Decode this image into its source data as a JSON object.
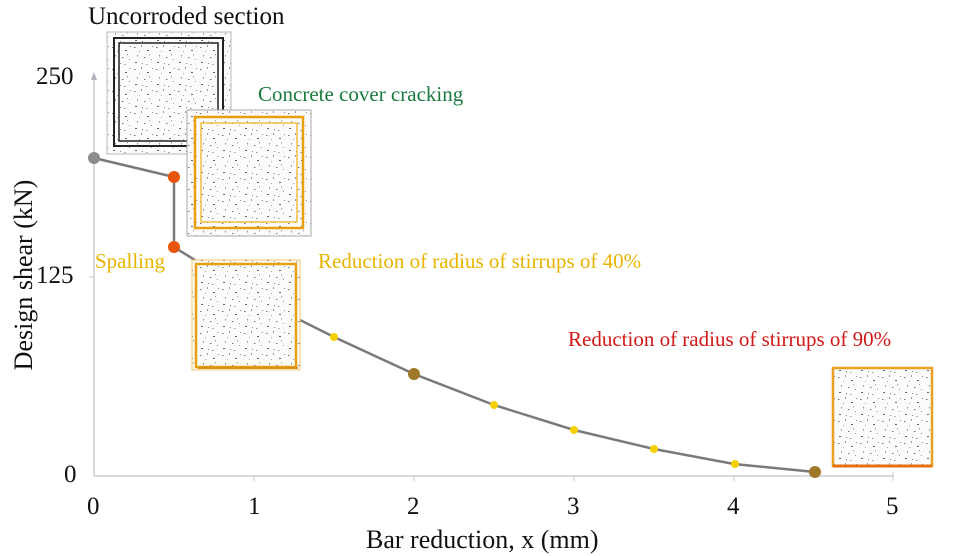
{
  "chart_data": {
    "type": "line",
    "title": "",
    "xlabel": "Bar reduction, x (mm)",
    "ylabel": "Design shear (kN)",
    "xlim": [
      0,
      5
    ],
    "ylim": [
      0,
      250
    ],
    "x_ticks": [
      "0",
      "1",
      "2",
      "3",
      "4",
      "5"
    ],
    "y_ticks": [
      "0",
      "125",
      "250"
    ],
    "grid": false,
    "legend": null,
    "series": [
      {
        "name": "Design shear",
        "color": "#7a7a7a",
        "points": [
          {
            "x": 0.0,
            "y": 199.6,
            "marker_color": "#8c8c8c",
            "marker_size": "large"
          },
          {
            "x": 0.5,
            "y": 187.7,
            "marker_color": "#e8550a",
            "marker_size": "large"
          },
          {
            "x": 0.5,
            "y": 143.6,
            "marker_color": "#e8550a",
            "marker_size": "large"
          },
          {
            "x": 1.5,
            "y": 86.0,
            "marker_color": "#f5d000",
            "marker_size": "small"
          },
          {
            "x": 2.0,
            "y": 63.6,
            "marker_color": "#a0782a",
            "marker_size": "large"
          },
          {
            "x": 2.5,
            "y": 44.0,
            "marker_color": "#f5d000",
            "marker_size": "small"
          },
          {
            "x": 3.0,
            "y": 28.3,
            "marker_color": "#f5d000",
            "marker_size": "small"
          },
          {
            "x": 3.5,
            "y": 16.4,
            "marker_color": "#f5d000",
            "marker_size": "small"
          },
          {
            "x": 4.0,
            "y": 7.0,
            "marker_color": "#f5d000",
            "marker_size": "small"
          },
          {
            "x": 4.5,
            "y": 2.0,
            "marker_color": "#a0782a",
            "marker_size": "large"
          }
        ]
      }
    ],
    "annotations": [
      {
        "text": "Uncorroded section",
        "color": "#111111"
      },
      {
        "text": "Concrete cover cracking",
        "color": "#1a7a3e"
      },
      {
        "text": "Spalling",
        "color": "#e8b400"
      },
      {
        "text": "Reduction of radius of stirrups of 40%",
        "color": "#e8b400"
      },
      {
        "text": "Reduction of radius of stirrups of 90%",
        "color": "#d01818"
      }
    ],
    "section_images": [
      {
        "name": "uncorroded-section",
        "rebar_color": "#222222"
      },
      {
        "name": "cracked-section",
        "rebar_color": "#e8a010"
      },
      {
        "name": "spalled-section",
        "rebar_color": "#e8a010"
      },
      {
        "name": "corroded-section-90",
        "rebar_color": "#e88a10"
      }
    ]
  }
}
